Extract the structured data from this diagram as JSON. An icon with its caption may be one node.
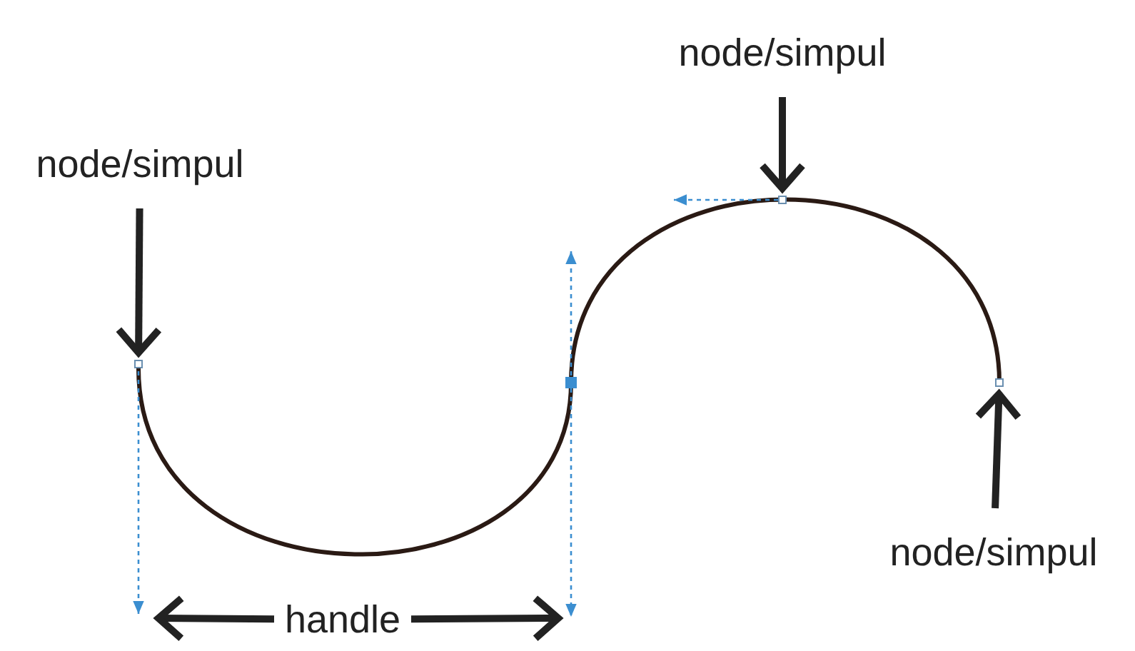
{
  "diagram": {
    "nodes": [
      {
        "text": [
          "node/simpul"
        ]
      },
      {
        "text": [],
        "shape": "box"
      },
      {
        "text": [
          "node/simpul"
        ]
      },
      {
        "text": [],
        "shape": "box"
      },
      {
        "text": [],
        "shape": "box"
      },
      {
        "text": [
          "node/simpul"
        ]
      },
      {
        "text": [
          "handle"
        ]
      }
    ],
    "edges": [
      {
        "from": 0,
        "to": 1,
        "arrow": "to"
      },
      {
        "from": 2,
        "to": 3,
        "arrow": "to"
      },
      {
        "from": 5,
        "to": 4,
        "arrow": "to"
      },
      {
        "from": 6,
        "to": null,
        "arrow": "to"
      },
      {
        "from": 6,
        "to": null,
        "arrow": "to"
      }
    ]
  }
}
